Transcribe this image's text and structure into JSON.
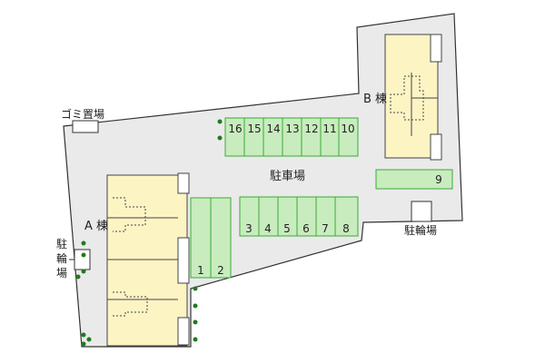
{
  "labels": {
    "garbage": "ゴミ置場",
    "parking": "駐車場",
    "building_a": "A 棟",
    "building_b": "B 棟",
    "bike_right": "駐輪場",
    "bike_left_1": "駐",
    "bike_left_2": "輪",
    "bike_left_3": "場"
  },
  "parking_slots": {
    "top_row": [
      "16",
      "15",
      "14",
      "13",
      "12",
      "11",
      "10"
    ],
    "middle_row": [
      "3",
      "4",
      "5",
      "6",
      "7",
      "8"
    ],
    "vertical": [
      "1",
      "2"
    ],
    "right": "9"
  },
  "colors": {
    "lot": "#eaeaea",
    "lot_outline": "#333333",
    "slot_fill": "#c8ecbe",
    "slot_stroke": "#3aaa35",
    "building_fill": "#fdf4c4",
    "building_stroke": "#444444",
    "tree": "#1f7a1f"
  }
}
